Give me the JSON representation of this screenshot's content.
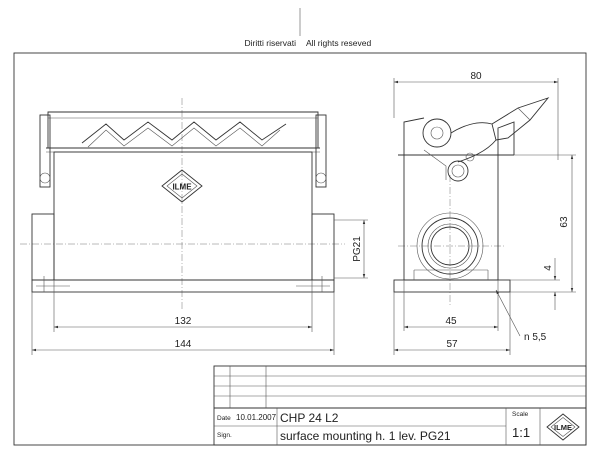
{
  "header": {
    "rights_it": "Diritti riservati",
    "rights_en": "All rights reseved"
  },
  "front_view": {
    "dim_132": "132",
    "dim_144": "144",
    "thread_label": "PG21"
  },
  "side_view": {
    "dim_80": "80",
    "dim_63": "63",
    "dim_4": "4",
    "dim_45": "45",
    "dim_57": "57",
    "hole_label": "n 5,5"
  },
  "title_block": {
    "date_label": "Date",
    "date_value": "10.01.2007",
    "sign_label": "Sign.",
    "product_code": "CHP 24 L2",
    "description": "surface mounting h. 1 lev. PG21",
    "scale_label": "Scale",
    "scale_value": "1:1",
    "logo_text": "ILME"
  }
}
